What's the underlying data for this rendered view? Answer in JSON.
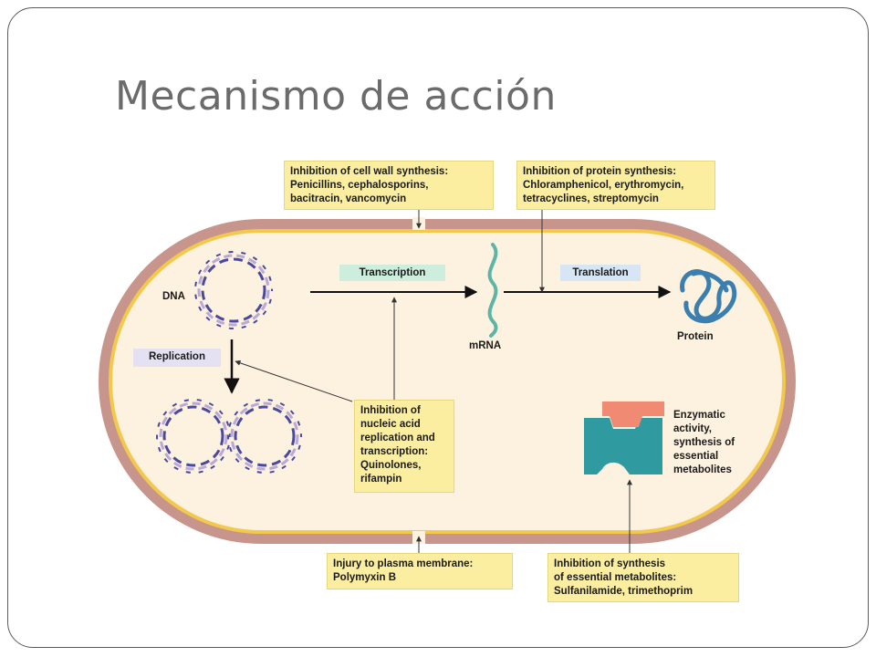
{
  "slide": {
    "title": "Mecanismo de acción"
  },
  "callouts": {
    "cell_wall": "Inhibition of cell wall synthesis:\nPenicillins, cephalosporins,\nbacitracin, vancomycin",
    "protein_synthesis": "Inhibition of protein synthesis:\nChloramphenicol, erythromycin,\ntetracyclines, streptomycin",
    "nucleic_acid": "Inhibition of\nnucleic acid\nreplication and\ntranscription:\nQuinolones,\nrifampin",
    "plasma_membrane": "Injury to plasma membrane:\nPolymyxin B",
    "metabolites": "Inhibition of synthesis\nof essential metabolites:\nSulfanilamide, trimethoprim"
  },
  "process_tags": {
    "transcription": "Transcription",
    "translation": "Translation",
    "replication": "Replication"
  },
  "labels": {
    "dna": "DNA",
    "mrna": "mRNA",
    "protein": "Protein",
    "enzyme": "Enzymatic\nactivity,\nsynthesis of\nessential\nmetabolites"
  },
  "colors": {
    "cell_wall": "#c8958c",
    "cytoplasm": "#fdf1df",
    "membrane_yellow": "#f2c94c",
    "callout_fill": "#fbeea0",
    "transcription_tag": "#cdeedd",
    "translation_tag": "#d6e6f4",
    "replication_tag": "#e4e2f2",
    "dna_dark": "#4a4a9c",
    "dna_light": "#b9a8d8",
    "mrna": "#5db5a6",
    "protein": "#3a7fb0",
    "enzyme": "#2f9aa0",
    "substrate": "#f08a72"
  }
}
